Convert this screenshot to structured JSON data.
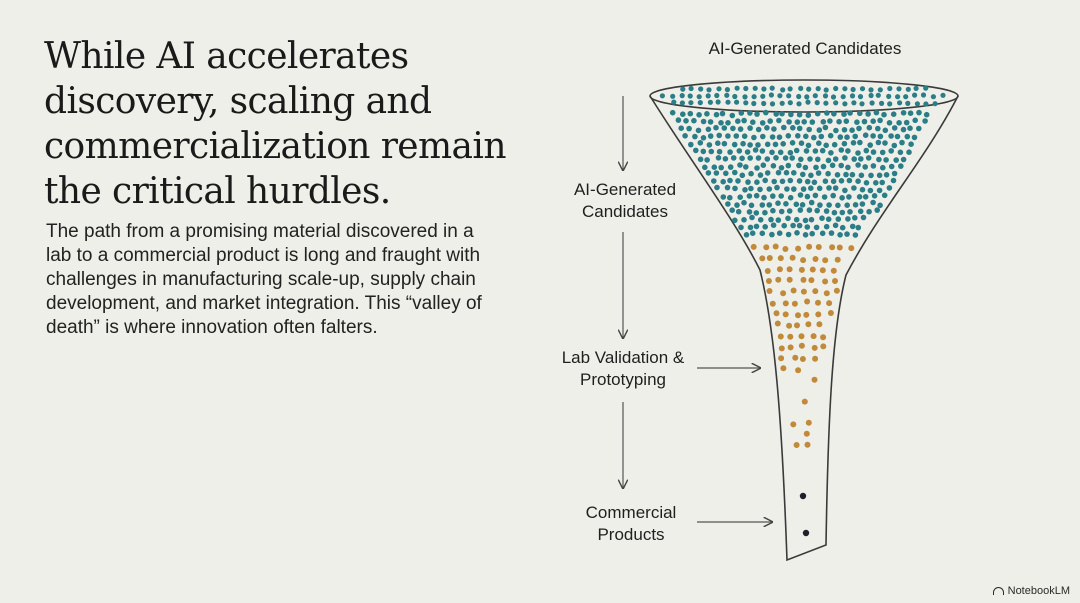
{
  "slide": {
    "title": "While AI accelerates discovery, scaling and commercialization remain the critical hurdles.",
    "body": "The path from a promising material discovered in a lab to a commercial product is long and fraught with challenges in manufacturing scale-up, supply chain development, and market integration. This “valley of death” is where innovation often falters."
  },
  "funnel": {
    "top_label": "AI-Generated Candidates",
    "stages": [
      {
        "label": "AI-Generated Candidates",
        "color": "#2b7d87"
      },
      {
        "label": "Lab Validation & Prototyping",
        "color": "#c08a3a"
      },
      {
        "label": "Commercial Products",
        "color": "#1d1f2a"
      }
    ]
  },
  "watermark": {
    "label": "NotebookLM"
  }
}
